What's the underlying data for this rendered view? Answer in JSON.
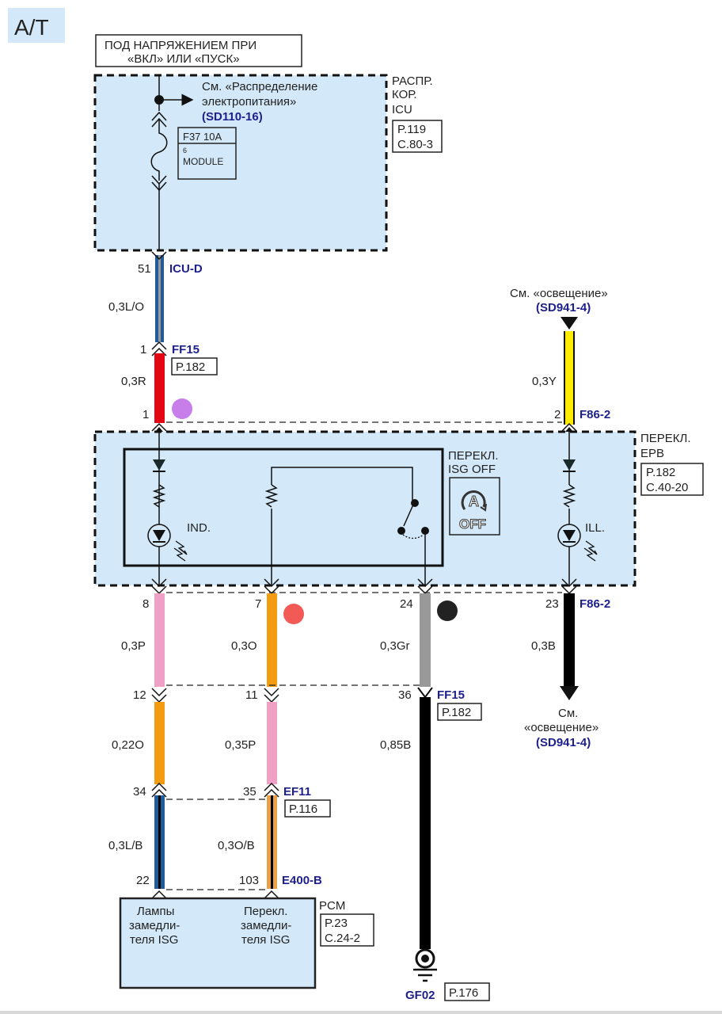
{
  "header": {
    "variant_label": "A/T"
  },
  "power_note": {
    "line1": "ПОД НАПРЯЖЕНИЕМ ПРИ",
    "line2": "«ВКЛ» ИЛИ «ПУСК»"
  },
  "icu_box": {
    "name_lines": [
      "РАСПР.",
      "КОР.",
      "ICU"
    ],
    "ref_lines": [
      "P.119",
      "C.80-3"
    ],
    "see_lines": [
      "См. «Распределение",
      "электропитания»"
    ],
    "see_ref": "(SD110-16)",
    "fuse": {
      "label": "F37 10A",
      "pin": "6",
      "module": "MODULE"
    }
  },
  "connectors": {
    "icu_d": {
      "name": "ICU-D",
      "pin": "51"
    },
    "ff15_top": {
      "name": "FF15",
      "pin_top": "1",
      "pin_bottom": "1",
      "ref": "P.182"
    },
    "f86_top": {
      "name": "F86-2",
      "pin": "2"
    },
    "f86_bottom": {
      "name": "F86-2",
      "pin": "23"
    },
    "ff15_bottom": {
      "name": "FF15",
      "pin": "36",
      "ref": "P.182"
    },
    "ef11": {
      "name": "EF11",
      "pin_left": "34",
      "pin_right": "35",
      "ref": "P.116"
    },
    "e400b": {
      "name": "E400-B",
      "pin_left": "22",
      "pin_right": "103"
    },
    "epb_left": "8",
    "epb_mid": "7",
    "epb_sw": "24",
    "mid_left": "12",
    "mid_mid": "11"
  },
  "wires": {
    "w_lo": {
      "label": "0,3L/O",
      "color": "#1f5b9a",
      "stripe": "#9a9a9a"
    },
    "w_r": {
      "label": "0,3R",
      "color": "#e30613"
    },
    "w_y": {
      "label": "0,3Y",
      "color": "#ffeb00"
    },
    "w_p": {
      "label": "0,3P",
      "color": "#f0a0c4"
    },
    "w_o": {
      "label": "0,3O",
      "color": "#f39c12"
    },
    "w_gr": {
      "label": "0,3Gr",
      "color": "#999999"
    },
    "w_b": {
      "label": "0,3B",
      "color": "#000000"
    },
    "w_22o": {
      "label": "0,22O",
      "color": "#f39c12"
    },
    "w_35p": {
      "label": "0,35P",
      "color": "#f0a0c4"
    },
    "w_85b": {
      "label": "0,85B",
      "color": "#000000"
    },
    "w_lb": {
      "label": "0,3L/B",
      "color": "#1f5b9a",
      "stripe": "#000000"
    },
    "w_ob": {
      "label": "0,3O/B",
      "color": "#e9a04a",
      "stripe": "#000000"
    }
  },
  "lighting_top": {
    "see": "См. «освещение»",
    "ref": "(SD941-4)"
  },
  "lighting_bottom": {
    "see1": "См.",
    "see2": "«освещение»",
    "ref": "(SD941-4)"
  },
  "epb_switch": {
    "name_lines": [
      "ПЕРЕКЛ.",
      "EPB"
    ],
    "ref_lines": [
      "P.182",
      "C.40-20"
    ],
    "isg_label_lines": [
      "ПЕРЕКЛ.",
      "ISG OFF"
    ],
    "isg_icon_text": "A",
    "isg_icon_off": "OFF",
    "ind_label": "IND.",
    "ill_label": "ILL."
  },
  "markers": {
    "purple": "#c77dea",
    "red": "#f25a55",
    "black": "#222222"
  },
  "pcm": {
    "name": "PCM",
    "ref_lines": [
      "P.23",
      "C.24-2"
    ],
    "left_lines": [
      "Лампы",
      "замедли-",
      "теля ISG"
    ],
    "right_lines": [
      "Перекл.",
      "замедли-",
      "теля ISG"
    ]
  },
  "ground": {
    "name": "GF02",
    "ref": "P.176"
  },
  "colors": {
    "box_fill": "#d3e8f8",
    "connector_blue": "#1d1f8c",
    "header_bg": "#d3e8f8"
  }
}
